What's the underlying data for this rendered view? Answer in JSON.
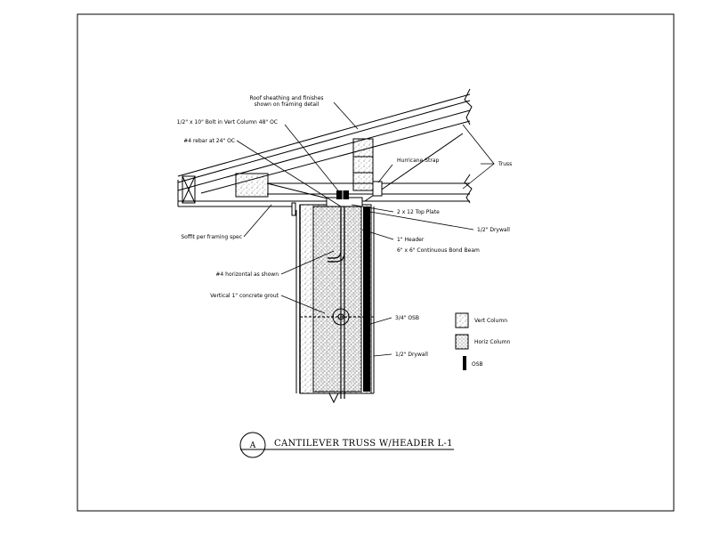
{
  "drawing": {
    "detail_mark": "A",
    "title": "CANTILEVER TRUSS W/HEADER L-1"
  },
  "labels": {
    "roof_sheathing": [
      "Roof sheathing and finishes",
      "shown on framing detail"
    ],
    "rebar_bolt": "1/2\" x 10\" Bolt in Vert Column 48\" OC",
    "rebar_top": "#4 rebar at 24\" OC",
    "hurricane_strap": "Hurricane Strap",
    "truss": "Truss",
    "top_plate": "2 x 12 Top Plate",
    "drywall_top": "1/2\" Drywall",
    "header": [
      "1\" Header",
      "6\" x 6\" Continuous Bond Beam"
    ],
    "soffit": "Soffit per framing spec",
    "rebar_horizontal": "#4 horizontal as shown",
    "vertical_column": "Vertical 1\" concrete grout",
    "osb": "3/4\" OSB",
    "drywall_bottom": "1/2\" Drywall"
  },
  "legend": [
    {
      "label": "Vert Column",
      "swatch": "light-stipple"
    },
    {
      "label": "Horiz Column",
      "swatch": "dense-stipple"
    },
    {
      "label": "OSB",
      "swatch": "solid-bar"
    }
  ],
  "colors": {
    "line": "#000000",
    "paper": "#ffffff"
  }
}
